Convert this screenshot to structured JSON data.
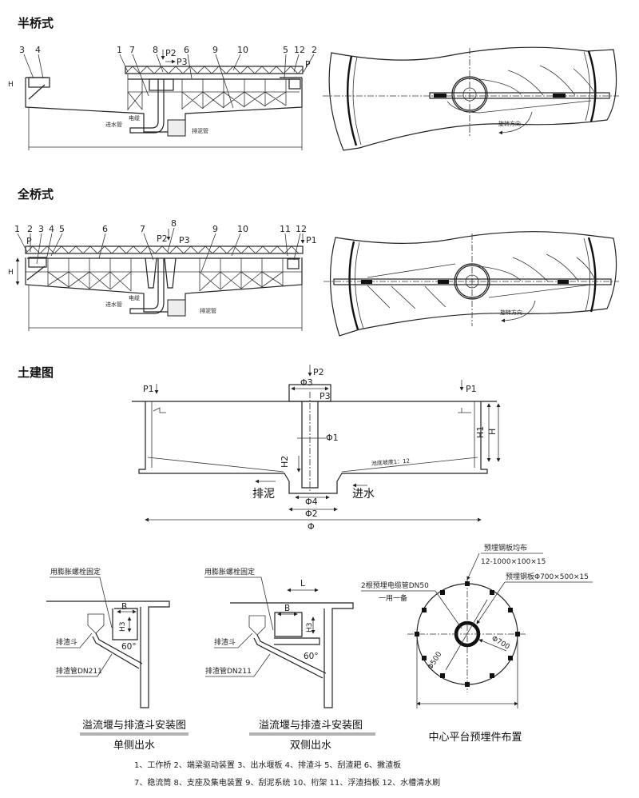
{
  "sections": {
    "half_bridge": "半桥式",
    "full_bridge": "全桥式",
    "civil": "土建图"
  },
  "half_bridge": {
    "callouts": [
      "3",
      "4",
      "1",
      "7",
      "8",
      "6",
      "9",
      "10",
      "5",
      "12",
      "2"
    ],
    "p1": "P",
    "p2": "P2",
    "p3": "P3",
    "h": "H",
    "inlet": "进水管",
    "cable": "电缆",
    "sludge": "排泥管",
    "rotation": "旋转方向"
  },
  "full_bridge": {
    "callouts": [
      "1",
      "2",
      "3",
      "4",
      "5",
      "6",
      "7",
      "8",
      "9",
      "10",
      "11",
      "12"
    ],
    "p1": "P1",
    "p2": "P2",
    "p3": "P3",
    "h": "H",
    "inlet": "进水管",
    "cable": "电缆",
    "sludge": "排泥管",
    "rotation": "旋转方向"
  },
  "civil": {
    "p1_left": "P1",
    "p1_right": "P1",
    "p2": "P2",
    "p3": "P3",
    "phi": "Φ",
    "phi1": "Φ1",
    "phi2": "Φ2",
    "phi3": "Φ3",
    "phi4": "Φ4",
    "h": "H",
    "h1": "H1",
    "h2": "H2",
    "slope": "池底坡度1：12",
    "drain": "排泥",
    "inflow": "进水"
  },
  "weir_single": {
    "bolt": "用膨胀螺栓固定",
    "b": "B",
    "h3": "H3",
    "angle": "60°",
    "hopper": "排渣斗",
    "pipe": "排渣管DN211",
    "title": "溢流堰与排渣斗安装图",
    "subtitle": "单侧出水"
  },
  "weir_double": {
    "bolt": "用膨胀螺栓固定",
    "l": "L",
    "b": "B",
    "h3": "H3",
    "angle": "60°",
    "hopper": "排渣斗",
    "pipe": "排渣管DN211",
    "title": "溢流堰与排渣斗安装图",
    "subtitle": "双侧出水"
  },
  "platform": {
    "plates_label": "预埋钢板均布",
    "plates_spec": "12-1000×100×15",
    "plate_center": "预埋钢板Φ700×500×15",
    "cable_pipe": "2根预埋电缆管DN50",
    "cable_note": "一用一备",
    "d500": "Φ500",
    "d700": "Φ700",
    "title": "中心平台预埋件布置"
  },
  "legend": {
    "line1": "1、工作桥 2、端梁驱动装置 3、出水堰板 4、排渣斗 5、刮渣耙 6、撇渣板",
    "line2": "7、稳流筒 8、支座及集电装置 9、刮泥系统 10、桁架 11、浮渣挡板 12、水槽清水刷"
  }
}
